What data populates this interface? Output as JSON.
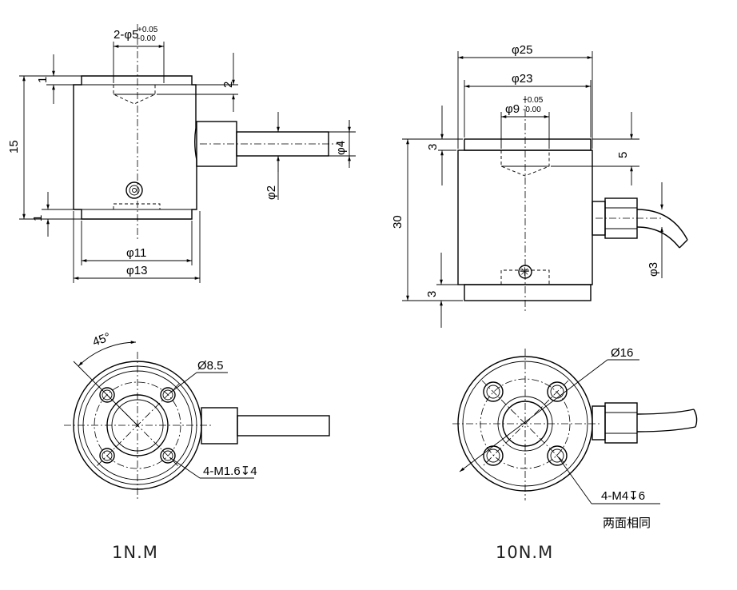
{
  "views": {
    "small": {
      "caption": "1N.M",
      "dims": {
        "pin_holes": "2-φ5",
        "pin_tol_upper": "+0.05",
        "pin_tol_lower": "-0.00",
        "top_step": "1",
        "pin_depth": "2",
        "height": "15",
        "bottom_step": "1",
        "shaft_dia": "φ4",
        "lead_dia": "φ2",
        "dia_inner": "φ11",
        "dia_outer": "φ13",
        "angle": "45°",
        "pcd": "Ø8.5",
        "thread": "4-M1.6↧4"
      }
    },
    "large": {
      "caption": "10N.M",
      "dims": {
        "dia_outer": "φ25",
        "dia_step": "φ23",
        "pin_hole": "φ9",
        "pin_tol_upper": "+0.05",
        "pin_tol_lower": "-0.00",
        "top_step": "3",
        "pin_depth": "5",
        "height": "30",
        "bottom_step": "3",
        "cable_dia": "φ3",
        "pcd": "Ø16",
        "thread": "4-M4↧6",
        "note": "两面相同"
      }
    }
  }
}
